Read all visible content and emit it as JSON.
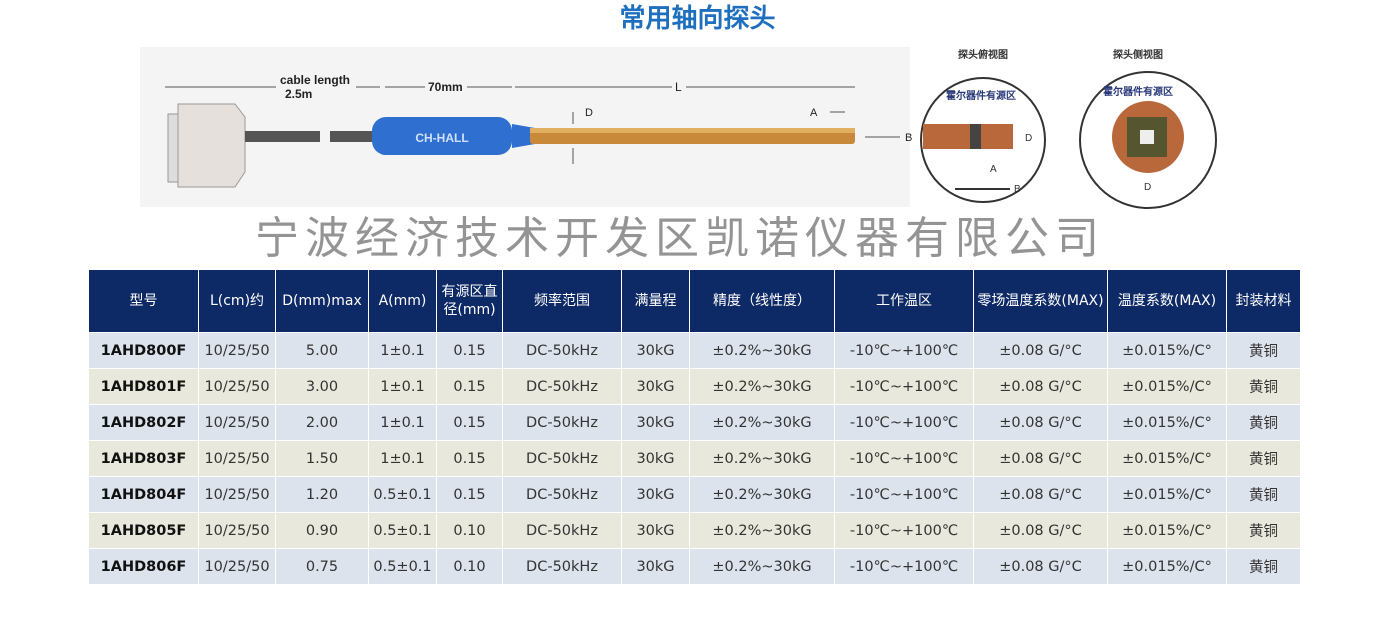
{
  "title": "常用轴向探头",
  "diagram": {
    "cable_length": "cable length",
    "cable_value": "2.5m",
    "handle_length": "70mm",
    "L": "L",
    "A": "A",
    "B": "B",
    "D": "D",
    "brand": "CH-HALL",
    "top_view": "探头俯视图",
    "side_view": "探头侧视图",
    "active_area": "霍尔器件有源区"
  },
  "watermark": "宁波经济技术开发区凯诺仪器有限公司",
  "table": {
    "headers": [
      "型号",
      "L(cm)约",
      "D(mm)max",
      "A(mm)",
      "有源区直径(mm)",
      "频率范围",
      "满量程",
      "精度（线性度）",
      "工作温区",
      "零场温度系数(MAX)",
      "温度系数(MAX)",
      "封装材料"
    ],
    "rows": [
      [
        "1AHD800F",
        "10/25/50",
        "5.00",
        "1±0.1",
        "0.15",
        "DC-50kHz",
        "30kG",
        "±0.2%~30kG",
        "-10℃~+100℃",
        "±0.08 G/°C",
        "±0.015%/C°",
        "黄铜"
      ],
      [
        "1AHD801F",
        "10/25/50",
        "3.00",
        "1±0.1",
        "0.15",
        "DC-50kHz",
        "30kG",
        "±0.2%~30kG",
        "-10℃~+100℃",
        "±0.08 G/°C",
        "±0.015%/C°",
        "黄铜"
      ],
      [
        "1AHD802F",
        "10/25/50",
        "2.00",
        "1±0.1",
        "0.15",
        "DC-50kHz",
        "30kG",
        "±0.2%~30kG",
        "-10℃~+100℃",
        "±0.08 G/°C",
        "±0.015%/C°",
        "黄铜"
      ],
      [
        "1AHD803F",
        "10/25/50",
        "1.50",
        "1±0.1",
        "0.15",
        "DC-50kHz",
        "30kG",
        "±0.2%~30kG",
        "-10℃~+100℃",
        "±0.08 G/°C",
        "±0.015%/C°",
        "黄铜"
      ],
      [
        "1AHD804F",
        "10/25/50",
        "1.20",
        "0.5±0.1",
        "0.15",
        "DC-50kHz",
        "30kG",
        "±0.2%~30kG",
        "-10℃~+100℃",
        "±0.08 G/°C",
        "±0.015%/C°",
        "黄铜"
      ],
      [
        "1AHD805F",
        "10/25/50",
        "0.90",
        "0.5±0.1",
        "0.10",
        "DC-50kHz",
        "30kG",
        "±0.2%~30kG",
        "-10℃~+100℃",
        "±0.08 G/°C",
        "±0.015%/C°",
        "黄铜"
      ],
      [
        "1AHD806F",
        "10/25/50",
        "0.75",
        "0.5±0.1",
        "0.10",
        "DC-50kHz",
        "30kG",
        "±0.2%~30kG",
        "-10℃~+100℃",
        "±0.08 G/°C",
        "±0.015%/C°",
        "黄铜"
      ]
    ]
  }
}
